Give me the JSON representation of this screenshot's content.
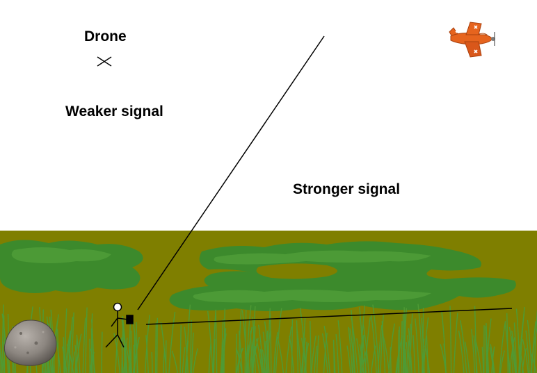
{
  "labels": {
    "drone": "Drone",
    "weaker": "Weaker signal",
    "stronger": "Stronger signal"
  },
  "colors": {
    "sky": "#ffffff",
    "ground": "#7f7f00",
    "grass_patch": "#3c8a2c",
    "grass_patch_light": "#5aa83f",
    "grass_blade": "#4f9a34",
    "plane_body": "#e6641e",
    "plane_dark": "#a8400e",
    "rock": "#8c8680",
    "signal_line": "#000000"
  },
  "icons": {
    "drone_marker": "x-mark-icon",
    "plane": "airplane-icon",
    "operator": "stick-figure-icon",
    "rock": "rock-icon"
  }
}
